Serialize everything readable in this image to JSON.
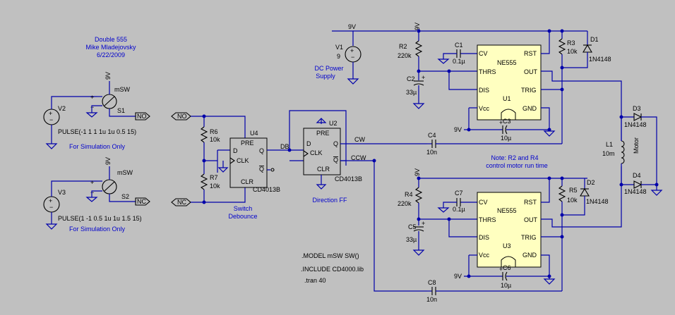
{
  "title_block": {
    "title": "Double 555",
    "author": "Mike Mladejovsky",
    "date": "6/22/2009"
  },
  "supply": {
    "name": "V1",
    "value": "9",
    "net": "9V",
    "caption_1": "DC Power",
    "caption_2": "Supply"
  },
  "sim": {
    "v2": {
      "name": "V2",
      "source": "PULSE(-1 1 1 1u 1u 0.5 15)"
    },
    "v3": {
      "name": "V3",
      "source": "PULSE(1 -1 0.5 1u 1u 1.5 15)"
    },
    "s1": {
      "name": "S1",
      "model": "mSW",
      "net": "NO"
    },
    "s2": {
      "name": "S2",
      "model": "mSW",
      "net": "NC"
    },
    "note": "For Simulation Only"
  },
  "debounce": {
    "r6": "R6",
    "r6v": "10k",
    "r7": "R7",
    "r7v": "10k",
    "chip": "U4",
    "part": "CD4013B",
    "caption_1": "Switch",
    "caption_2": "Debounce",
    "out": "DB",
    "in_no": "NO",
    "in_nc": "NC"
  },
  "direction": {
    "chip": "U2",
    "part": "CD4013B",
    "caption": "Direction FF",
    "q": "CW",
    "qbar": "CCW"
  },
  "pins": {
    "pre": "PRE",
    "d": "D",
    "clk": "CLK",
    "q": "Q",
    "qbar": "Q",
    "clr": "CLR"
  },
  "timer_pins": {
    "cv": "CV",
    "rst": "RST",
    "thrs": "THRS",
    "out": "OUT",
    "dis": "DIS",
    "trig": "TRIG",
    "vcc": "Vcc",
    "gnd": "GND",
    "part": "NE555"
  },
  "timer1": {
    "name": "U1",
    "r2": "R2",
    "r2v": "220k",
    "c1": "C1",
    "c1v": "0.1µ",
    "c2": "C2",
    "c2v": "33µ",
    "r3": "R3",
    "r3v": "10k",
    "d1": "D1",
    "d1v": "1N4148",
    "c3": "C3",
    "c3v": "10µ",
    "c4": "C4",
    "c4v": "10n",
    "vcc_net": "9V"
  },
  "timer2": {
    "name": "U3",
    "r4": "R4",
    "r4v": "220k",
    "c7": "C7",
    "c7v": "0.1µ",
    "c5": "C5",
    "c5v": "33µ",
    "r5": "R5",
    "r5v": "10k",
    "d2": "D2",
    "d2v": "1N4148",
    "c6": "C6",
    "c6v": "10µ",
    "c8": "C8",
    "c8v": "10n",
    "vcc_net": "9V"
  },
  "motor": {
    "l1": "L1",
    "l1v": "10m",
    "label": "Motor",
    "d3": "D3",
    "d3v": "1N4148",
    "d4": "D4",
    "d4v": "1N4148"
  },
  "note": {
    "line1": "Note: R2 and R4",
    "line2": "control motor run time"
  },
  "directives": {
    "model": ".MODEL mSW SW()",
    "include": ".INCLUDE CD4000.lib",
    "tran": ".tran 40"
  },
  "colors": {
    "background": "#c0c0c0",
    "wire": "#0000aa",
    "label": "#0000cc",
    "chip": "#ffffc0"
  }
}
